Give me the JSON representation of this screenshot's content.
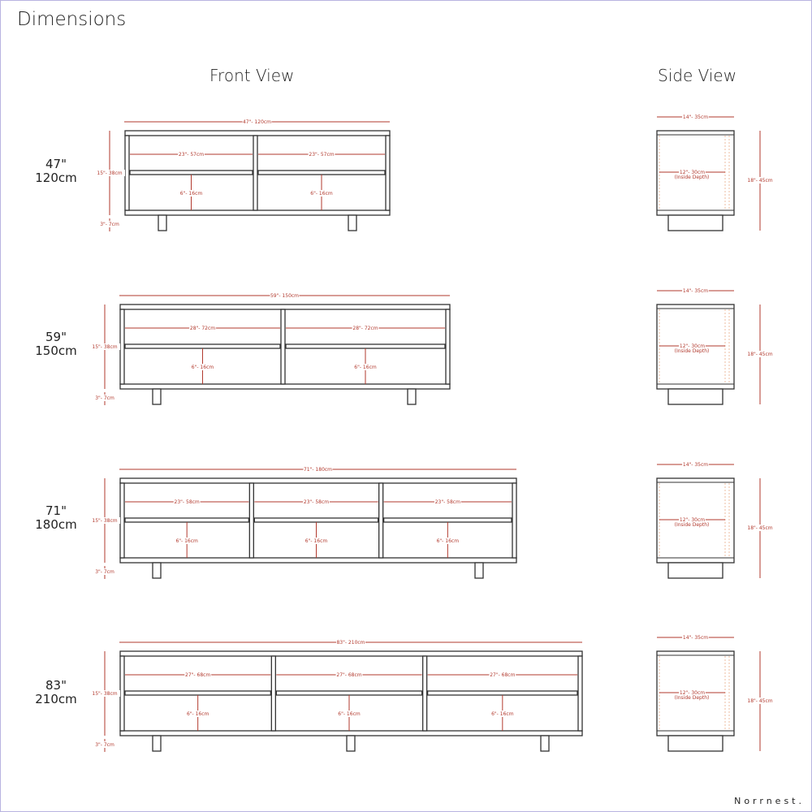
{
  "title": "Dimensions",
  "front_view_label": "Front View",
  "side_view_label": "Side View",
  "brand": "Norrnest.",
  "colors": {
    "dimension": "#b23a2e",
    "outline": "#333333"
  },
  "rows": [
    {
      "size_in": "47\"",
      "size_cm": "120cm",
      "width": "47\"- 120cm",
      "compartment_width": "23\"- 57cm",
      "shelf_height": "6\"- 16cm",
      "body_height": "15\"- 38cm",
      "leg_height": "3\"- 7cm",
      "depth": "14\"- 35cm",
      "inside_depth": "12\"- 30cm",
      "inside_depth_note": "(Inside Depth)",
      "total_height": "18\"- 45cm"
    },
    {
      "size_in": "59\"",
      "size_cm": "150cm",
      "width": "59\"- 150cm",
      "compartment_width": "28\"- 72cm",
      "shelf_height": "6\"- 16cm",
      "body_height": "15\"- 38cm",
      "leg_height": "3\"- 7cm",
      "depth": "14\"- 35cm",
      "inside_depth": "12\"- 30cm",
      "inside_depth_note": "(Inside Depth)",
      "total_height": "18\"- 45cm"
    },
    {
      "size_in": "71\"",
      "size_cm": "180cm",
      "width": "71\"- 180cm",
      "compartment_width": "23\"- 58cm",
      "shelf_height": "6\"- 16cm",
      "body_height": "15\"- 38cm",
      "leg_height": "3\"- 7cm",
      "depth": "14\"- 35cm",
      "inside_depth": "12\"- 30cm",
      "inside_depth_note": "(Inside Depth)",
      "total_height": "18\"- 45cm"
    },
    {
      "size_in": "83\"",
      "size_cm": "210cm",
      "width": "83\"- 210cm",
      "compartment_width": "27\"- 68cm",
      "shelf_height": "6\"- 16cm",
      "body_height": "15\"- 38cm",
      "leg_height": "3\"- 7cm",
      "depth": "14\"- 35cm",
      "inside_depth": "12\"- 30cm",
      "inside_depth_note": "(Inside Depth)",
      "total_height": "18\"- 45cm"
    }
  ]
}
